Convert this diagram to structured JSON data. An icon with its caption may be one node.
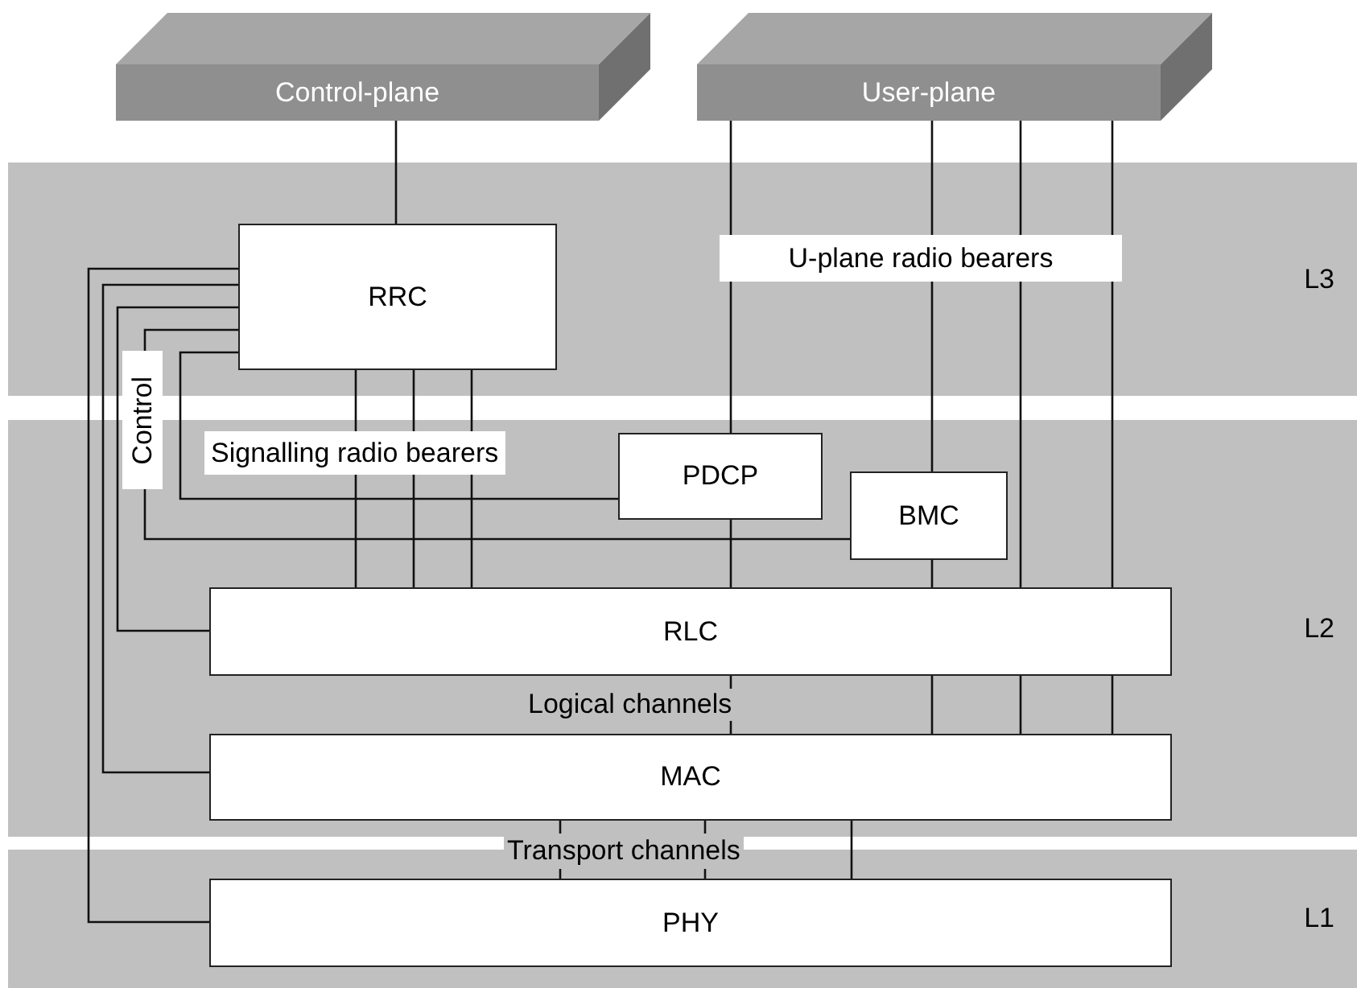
{
  "diagram": {
    "nodes": [
      {
        "text": [
          "Control-plane"
        ]
      },
      {
        "text": [
          "User-plane"
        ]
      },
      {
        "text": [
          "L3"
        ]
      },
      {
        "text": [
          "RRC"
        ],
        "in": 2
      },
      {
        "text": [
          "L2"
        ]
      },
      {
        "text": [
          "PDCP"
        ],
        "in": 4
      },
      {
        "text": [
          "BMC"
        ],
        "in": 4
      },
      {
        "text": [
          "RLC"
        ],
        "in": 4
      },
      {
        "text": [
          "MAC"
        ],
        "in": 4
      },
      {
        "text": [
          "L1"
        ]
      },
      {
        "text": [
          "PHY"
        ],
        "in": 9
      }
    ],
    "edges": [
      {
        "from": 0,
        "to": 3,
        "arrow": "none"
      },
      {
        "from": 1,
        "to": 5,
        "arrow": "none"
      },
      {
        "from": 1,
        "to": 6,
        "arrow": "none"
      },
      {
        "from": 1,
        "to": 7,
        "arrow": "none"
      },
      {
        "from": 1,
        "to": 7,
        "arrow": "none"
      },
      {
        "from": 3,
        "to": 7,
        "arrow": "none"
      },
      {
        "from": 3,
        "to": 7,
        "arrow": "none"
      },
      {
        "from": 3,
        "to": 7,
        "arrow": "none"
      },
      {
        "from": 3,
        "to": 10,
        "arrow": "none"
      },
      {
        "from": 3,
        "to": 8,
        "arrow": "none"
      },
      {
        "from": 3,
        "to": 7,
        "arrow": "none"
      },
      {
        "from": 3,
        "to": 6,
        "arrow": "none"
      },
      {
        "from": 3,
        "to": 5,
        "arrow": "none"
      },
      {
        "from": 5,
        "to": 7,
        "arrow": "none"
      },
      {
        "from": 6,
        "to": 7,
        "arrow": "none"
      },
      {
        "from": 7,
        "to": 8,
        "arrow": "none"
      },
      {
        "from": 7,
        "to": 8,
        "arrow": "none"
      },
      {
        "from": 7,
        "to": 8,
        "arrow": "none"
      },
      {
        "from": 7,
        "to": 8,
        "arrow": "none"
      },
      {
        "from": 8,
        "to": 10,
        "arrow": "none"
      },
      {
        "from": 8,
        "to": 10,
        "arrow": "none"
      },
      {
        "from": 8,
        "to": 10,
        "arrow": "none"
      }
    ],
    "labels": [
      "U-plane radio bearers",
      "Control",
      "Signalling radio bearers",
      "Logical channels",
      "Transport channels"
    ]
  }
}
